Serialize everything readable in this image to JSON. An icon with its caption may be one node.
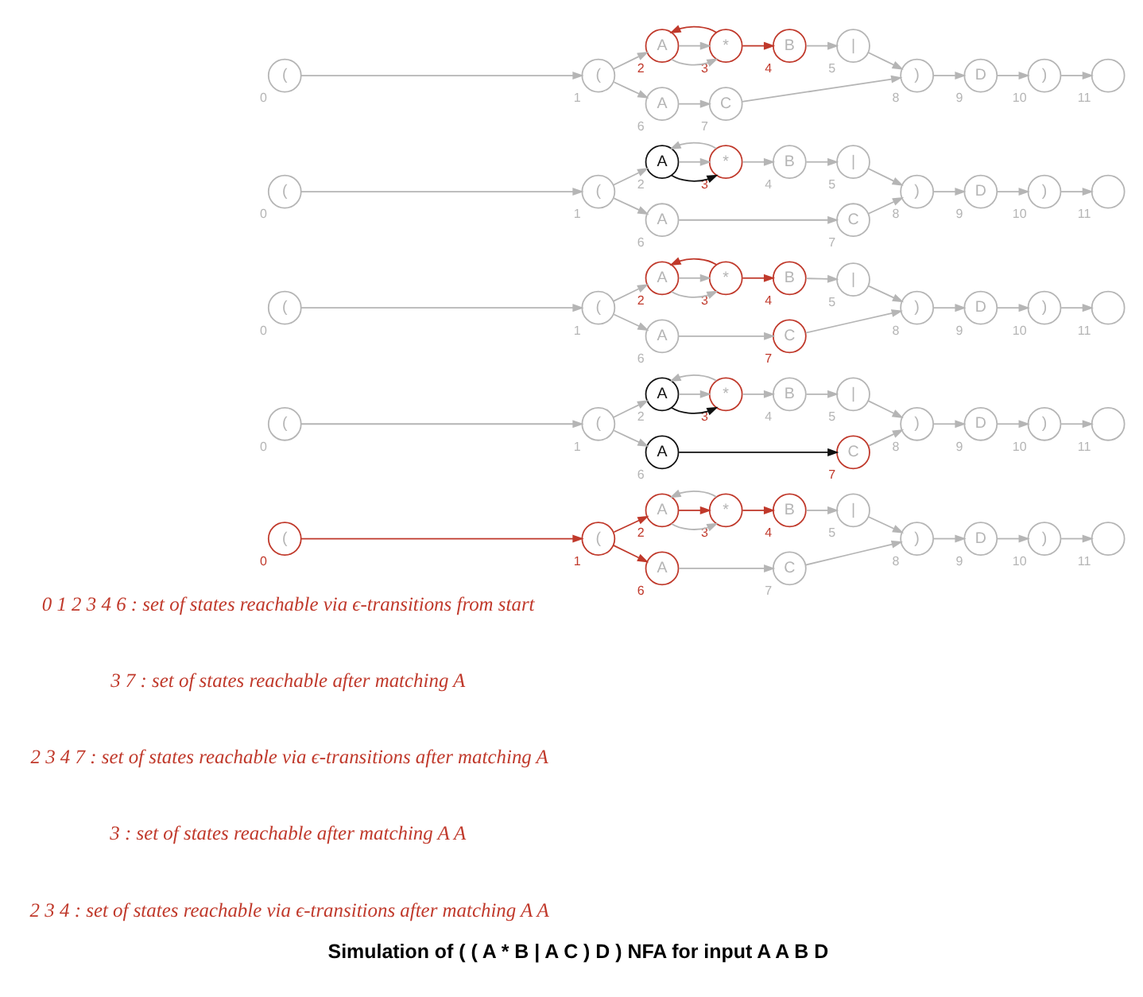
{
  "diagram": {
    "caption": "Simulation of ( ( A * B | A C ) D ) NFA for input A A B D",
    "labels": [
      "0 1 2 3 4 6 : set of states reachable via ϵ-transitions from start",
      "3 7 : set of states reachable after matching A",
      "2 3 4 7 : set of states reachable via ϵ-transitions after matching A",
      "3 : set of states reachable after matching A A",
      "2 3 4 : set of states reachable via ϵ-transitions after matching A A"
    ],
    "nodes": [
      {
        "text": [
          "("
        ],
        "beside": [
          "0"
        ]
      },
      {
        "text": [
          "("
        ],
        "beside": [
          "1"
        ]
      },
      {
        "text": [
          "A"
        ],
        "beside": [
          "2"
        ]
      },
      {
        "text": [
          "*"
        ],
        "beside": [
          "3"
        ]
      },
      {
        "text": [
          "B"
        ],
        "beside": [
          "4"
        ]
      },
      {
        "text": [
          "|"
        ],
        "beside": [
          "5"
        ]
      },
      {
        "text": [
          "A"
        ],
        "beside": [
          "6"
        ]
      },
      {
        "text": [
          "C"
        ],
        "beside": [
          "7"
        ]
      },
      {
        "text": [
          ")"
        ],
        "beside": [
          "8"
        ]
      },
      {
        "text": [
          "D"
        ],
        "beside": [
          "9"
        ]
      },
      {
        "text": [
          ")"
        ],
        "beside": [
          "10"
        ]
      },
      {
        "text": [],
        "shape": "circle",
        "beside": [
          "11"
        ]
      },
      {
        "text": [
          "("
        ],
        "beside": [
          "0"
        ]
      },
      {
        "text": [
          "("
        ],
        "beside": [
          "1"
        ]
      },
      {
        "text": [
          "A"
        ],
        "beside": [
          "2"
        ]
      },
      {
        "text": [
          "*"
        ],
        "beside": [
          "3"
        ]
      },
      {
        "text": [
          "B"
        ],
        "beside": [
          "4"
        ]
      },
      {
        "text": [
          "|"
        ],
        "beside": [
          "5"
        ]
      },
      {
        "text": [
          "A"
        ],
        "beside": [
          "6"
        ]
      },
      {
        "text": [
          "C"
        ],
        "beside": [
          "7"
        ]
      },
      {
        "text": [
          ")"
        ],
        "beside": [
          "8"
        ]
      },
      {
        "text": [
          "D"
        ],
        "beside": [
          "9"
        ]
      },
      {
        "text": [
          ")"
        ],
        "beside": [
          "10"
        ]
      },
      {
        "text": [],
        "shape": "circle",
        "beside": [
          "11"
        ]
      },
      {
        "text": [
          "("
        ],
        "beside": [
          "0"
        ]
      },
      {
        "text": [
          "("
        ],
        "beside": [
          "1"
        ]
      },
      {
        "text": [
          "A"
        ],
        "beside": [
          "2"
        ]
      },
      {
        "text": [
          "*"
        ],
        "beside": [
          "3"
        ]
      },
      {
        "text": [
          "B"
        ],
        "beside": [
          "4"
        ]
      },
      {
        "text": [
          "|"
        ],
        "beside": [
          "5"
        ]
      },
      {
        "text": [
          "A"
        ],
        "beside": [
          "6"
        ]
      },
      {
        "text": [
          "C"
        ],
        "beside": [
          "7"
        ]
      },
      {
        "text": [
          ")"
        ],
        "beside": [
          "8"
        ]
      },
      {
        "text": [
          "D"
        ],
        "beside": [
          "9"
        ]
      },
      {
        "text": [
          ")"
        ],
        "beside": [
          "10"
        ]
      },
      {
        "text": [],
        "shape": "circle",
        "beside": [
          "11"
        ]
      },
      {
        "text": [
          "("
        ],
        "beside": [
          "0"
        ]
      },
      {
        "text": [
          "("
        ],
        "beside": [
          "1"
        ]
      },
      {
        "text": [
          "A"
        ],
        "beside": [
          "2"
        ]
      },
      {
        "text": [
          "*"
        ],
        "beside": [
          "3"
        ]
      },
      {
        "text": [
          "B"
        ],
        "beside": [
          "4"
        ]
      },
      {
        "text": [
          "|"
        ],
        "beside": [
          "5"
        ]
      },
      {
        "text": [
          "A"
        ],
        "beside": [
          "6"
        ]
      },
      {
        "text": [
          "C"
        ],
        "beside": [
          "7"
        ]
      },
      {
        "text": [
          ")"
        ],
        "beside": [
          "8"
        ]
      },
      {
        "text": [
          "D"
        ],
        "beside": [
          "9"
        ]
      },
      {
        "text": [
          ")"
        ],
        "beside": [
          "10"
        ]
      },
      {
        "text": [],
        "shape": "circle",
        "beside": [
          "11"
        ]
      },
      {
        "text": [
          "("
        ],
        "beside": [
          "0"
        ]
      },
      {
        "text": [
          "("
        ],
        "beside": [
          "1"
        ]
      },
      {
        "text": [
          "A"
        ],
        "beside": [
          "2"
        ]
      },
      {
        "text": [
          "*"
        ],
        "beside": [
          "3"
        ]
      },
      {
        "text": [
          "B"
        ],
        "beside": [
          "4"
        ]
      },
      {
        "text": [
          "|"
        ],
        "beside": [
          "5"
        ]
      },
      {
        "text": [
          "A"
        ],
        "beside": [
          "6"
        ]
      },
      {
        "text": [
          "C"
        ],
        "beside": [
          "7"
        ]
      },
      {
        "text": [
          ")"
        ],
        "beside": [
          "8"
        ]
      },
      {
        "text": [
          "D"
        ],
        "beside": [
          "9"
        ]
      },
      {
        "text": [
          ")"
        ],
        "beside": [
          "10"
        ]
      },
      {
        "text": [],
        "shape": "circle",
        "beside": [
          "11"
        ]
      }
    ],
    "edges": [
      {
        "from": 0,
        "to": 1,
        "arrow": "to",
        "color": "#c0392b"
      },
      {
        "from": 1,
        "to": 2,
        "arrow": "to",
        "color": "#c0392b"
      },
      {
        "from": 2,
        "to": 3,
        "arrow": "to"
      },
      {
        "from": 2,
        "to": 3,
        "arrow": "to",
        "color": "#c0392b"
      },
      {
        "from": 3,
        "to": 2,
        "arrow": "to"
      },
      {
        "from": 3,
        "to": 4,
        "arrow": "to",
        "color": "#c0392b"
      },
      {
        "from": 4,
        "to": 5,
        "arrow": "to"
      },
      {
        "from": 5,
        "to": 8,
        "arrow": "to"
      },
      {
        "from": 1,
        "to": 6,
        "arrow": "to",
        "color": "#c0392b"
      },
      {
        "from": 6,
        "to": 7,
        "arrow": "to"
      },
      {
        "from": 7,
        "to": 8,
        "arrow": "to"
      },
      {
        "from": 8,
        "to": 9,
        "arrow": "to"
      },
      {
        "from": 9,
        "to": 10,
        "arrow": "to"
      },
      {
        "from": 10,
        "to": 11,
        "arrow": "to"
      },
      {
        "from": 12,
        "to": 13,
        "arrow": "to"
      },
      {
        "from": 13,
        "to": 14,
        "arrow": "to"
      },
      {
        "from": 14,
        "to": 15,
        "arrow": "to",
        "color": "#111111"
      },
      {
        "from": 14,
        "to": 15,
        "arrow": "to"
      },
      {
        "from": 15,
        "to": 14,
        "arrow": "to"
      },
      {
        "from": 15,
        "to": 16,
        "arrow": "to"
      },
      {
        "from": 16,
        "to": 17,
        "arrow": "to"
      },
      {
        "from": 17,
        "to": 20,
        "arrow": "to"
      },
      {
        "from": 13,
        "to": 18,
        "arrow": "to"
      },
      {
        "from": 18,
        "to": 19,
        "arrow": "to",
        "color": "#111111"
      },
      {
        "from": 19,
        "to": 20,
        "arrow": "to"
      },
      {
        "from": 20,
        "to": 21,
        "arrow": "to"
      },
      {
        "from": 21,
        "to": 22,
        "arrow": "to"
      },
      {
        "from": 22,
        "to": 23,
        "arrow": "to"
      },
      {
        "from": 24,
        "to": 25,
        "arrow": "to"
      },
      {
        "from": 25,
        "to": 26,
        "arrow": "to"
      },
      {
        "from": 26,
        "to": 27,
        "arrow": "to"
      },
      {
        "from": 26,
        "to": 27,
        "arrow": "to"
      },
      {
        "from": 27,
        "to": 26,
        "arrow": "to",
        "color": "#c0392b"
      },
      {
        "from": 27,
        "to": 28,
        "arrow": "to",
        "color": "#c0392b"
      },
      {
        "from": 28,
        "to": 29,
        "arrow": "to"
      },
      {
        "from": 29,
        "to": 32,
        "arrow": "to"
      },
      {
        "from": 25,
        "to": 30,
        "arrow": "to"
      },
      {
        "from": 30,
        "to": 31,
        "arrow": "to"
      },
      {
        "from": 31,
        "to": 32,
        "arrow": "to"
      },
      {
        "from": 32,
        "to": 33,
        "arrow": "to"
      },
      {
        "from": 33,
        "to": 34,
        "arrow": "to"
      },
      {
        "from": 34,
        "to": 35,
        "arrow": "to"
      },
      {
        "from": 36,
        "to": 37,
        "arrow": "to"
      },
      {
        "from": 37,
        "to": 38,
        "arrow": "to"
      },
      {
        "from": 38,
        "to": 39,
        "arrow": "to",
        "color": "#111111"
      },
      {
        "from": 38,
        "to": 39,
        "arrow": "to"
      },
      {
        "from": 39,
        "to": 38,
        "arrow": "to"
      },
      {
        "from": 39,
        "to": 40,
        "arrow": "to"
      },
      {
        "from": 40,
        "to": 41,
        "arrow": "to"
      },
      {
        "from": 41,
        "to": 44,
        "arrow": "to"
      },
      {
        "from": 37,
        "to": 42,
        "arrow": "to"
      },
      {
        "from": 42,
        "to": 43,
        "arrow": "to"
      },
      {
        "from": 43,
        "to": 44,
        "arrow": "to"
      },
      {
        "from": 44,
        "to": 45,
        "arrow": "to"
      },
      {
        "from": 45,
        "to": 46,
        "arrow": "to"
      },
      {
        "from": 46,
        "to": 47,
        "arrow": "to"
      },
      {
        "from": 48,
        "to": 49,
        "arrow": "to"
      },
      {
        "from": 49,
        "to": 50,
        "arrow": "to"
      },
      {
        "from": 50,
        "to": 51,
        "arrow": "to"
      },
      {
        "from": 50,
        "to": 51,
        "arrow": "to"
      },
      {
        "from": 51,
        "to": 50,
        "arrow": "to",
        "color": "#c0392b"
      },
      {
        "from": 51,
        "to": 52,
        "arrow": "to",
        "color": "#c0392b"
      },
      {
        "from": 52,
        "to": 53,
        "arrow": "to"
      },
      {
        "from": 53,
        "to": 56,
        "arrow": "to"
      },
      {
        "from": 49,
        "to": 54,
        "arrow": "to"
      },
      {
        "from": 54,
        "to": 55,
        "arrow": "to"
      },
      {
        "from": 55,
        "to": 56,
        "arrow": "to"
      },
      {
        "from": 56,
        "to": 57,
        "arrow": "to"
      },
      {
        "from": 57,
        "to": 58,
        "arrow": "to"
      },
      {
        "from": 58,
        "to": 59,
        "arrow": "to"
      }
    ]
  }
}
